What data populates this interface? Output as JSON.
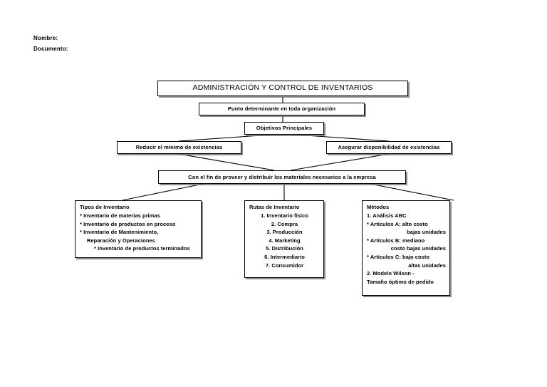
{
  "page": {
    "background": "#ffffff",
    "ink": "#000000"
  },
  "header": {
    "nombre_label": "Nombre:",
    "documento_label": "Documento:"
  },
  "diagram": {
    "title": "ADMINISTRACIÓN Y CONTROL DE INVENTARIOS",
    "level2": "Punto determinante en toda organización",
    "level3": "Objetivos Principales",
    "objective_left": "Reducir el mínimo de existencias",
    "objective_right": "Asegurar disponibilidad de existencias",
    "purpose": "Con el fin de proveer y distribuir los materiales necesarios a la empresa",
    "tipos": {
      "heading": "Tipos de Inventario",
      "items": [
        "* Inventario de materias primas",
        "* Inventario de productos en proceso",
        "* Inventario de Mantenimiento,",
        "Reparación y Operaciones",
        "* Inventario de productos terminados"
      ]
    },
    "rutas": {
      "heading": "Rutas de Inventario",
      "items": [
        "1. Inventario físico",
        "2. Compra",
        "3. Producción",
        "4. Marketing",
        "5. Distribución",
        "6. Intermediario",
        "7. Consumidor"
      ]
    },
    "metodos": {
      "heading": "Métodos",
      "items": [
        "1. Análisis ABC",
        "* Artículos A: alto costo",
        "bajas unidades",
        "* Artículos B: mediano",
        "costo bajas unidades",
        "* Artículos C: bajo costo",
        "altas unidades",
        "2. Modelo Wilson -",
        "Tamaño óptimo de pedido"
      ]
    }
  }
}
